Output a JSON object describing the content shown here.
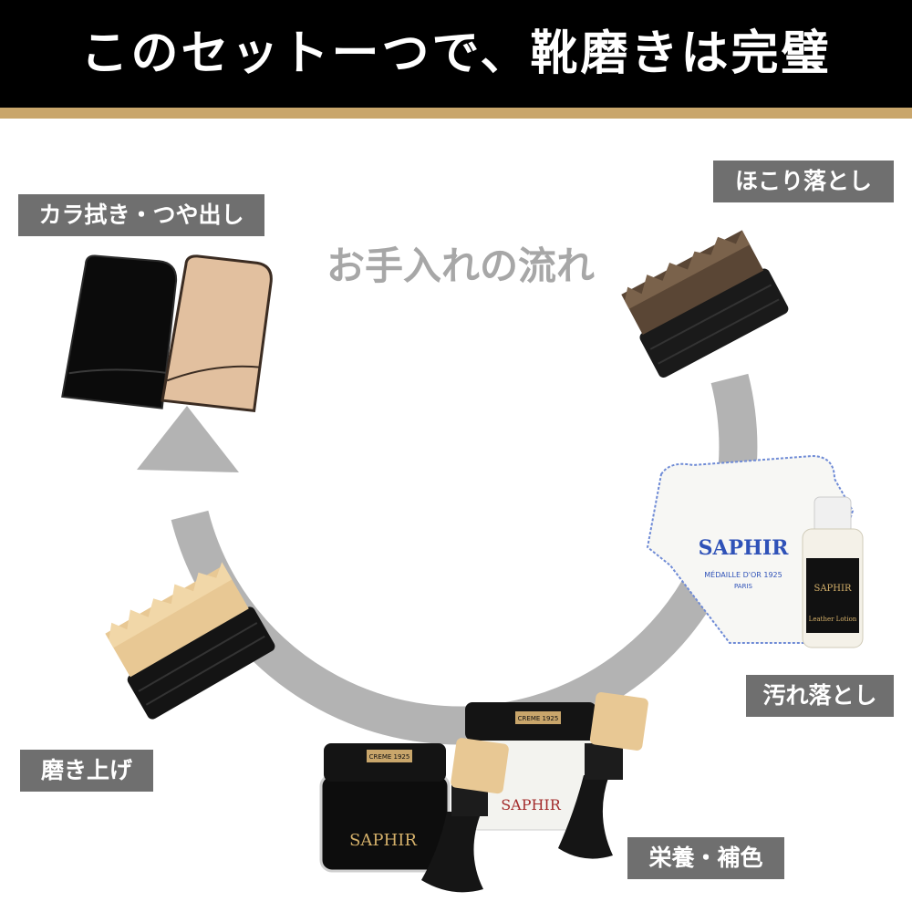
{
  "header": {
    "title": "このセットーつで、靴磨きは完璧"
  },
  "subtitle": "お手入れの流れ",
  "steps": {
    "dust": "ほこり落とし",
    "dirt": "汚れ落とし",
    "nourish": "栄養・補色",
    "polish": "磨き上げ",
    "shine": "カラ拭き・つや出し"
  },
  "products": {
    "brand": "SAPHIR",
    "cloth_text": "MÉDAILLE D'OR 1925",
    "cloth_city": "PARIS",
    "lotion_label": "Leather Lotion",
    "cream_label": "CREME 1925"
  },
  "colors": {
    "accent": "#c9a66b",
    "label_bg": "#6f6f6f",
    "arrow": "#b3b3b3"
  }
}
